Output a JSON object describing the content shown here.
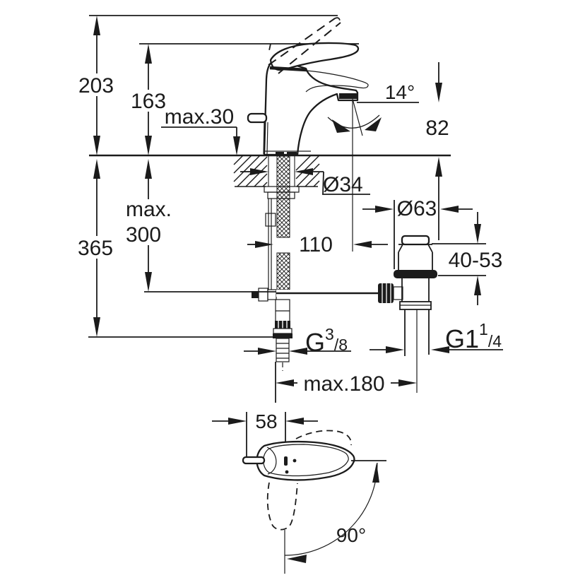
{
  "drawing": {
    "type": "technical-dimension-drawing",
    "subject": "single-lever basin mixer with pop-up waste, side elevation and plan view",
    "units": "mm",
    "colors": {
      "ink": "#1b1b1b",
      "background": "#ffffff"
    }
  },
  "side_view": {
    "dims": {
      "overall_height": "203",
      "body_height": "163",
      "deck_max_thickness": "max.30",
      "aerator_angle": "14°",
      "spout_outlet_height": "82",
      "height_below_total": "365",
      "hose_max_line1": "max.",
      "hose_max_line2": "300",
      "deck_hole_diameter": "Ø34",
      "waste_flange_diameter": "Ø63",
      "spout_reach": "110",
      "waste_adjust_range": "40-53",
      "center_distance_max": "max.180"
    },
    "threads": {
      "supply_base": "G",
      "supply_sup": "3",
      "supply_sub": "/8",
      "waste_base": "G1",
      "waste_sup": "1",
      "waste_sub": "/4"
    }
  },
  "plan_view": {
    "dims": {
      "handle_offset": "58",
      "swivel_angle": "90°"
    }
  }
}
